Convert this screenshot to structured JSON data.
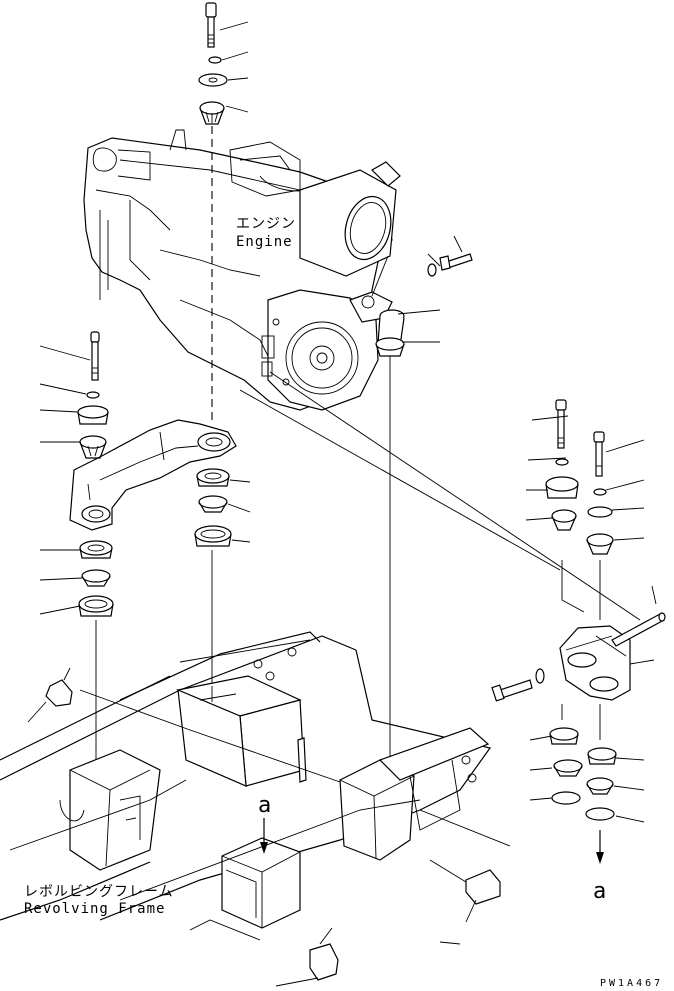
{
  "labels": {
    "engine_jp": "エンジン",
    "engine_en": "Engine",
    "frame_jp": "レボルビングフレーム",
    "frame_en": "Revolving Frame",
    "view_marker_top": "a",
    "view_marker_bottom": "a",
    "drawing_code": "PW1A467"
  }
}
